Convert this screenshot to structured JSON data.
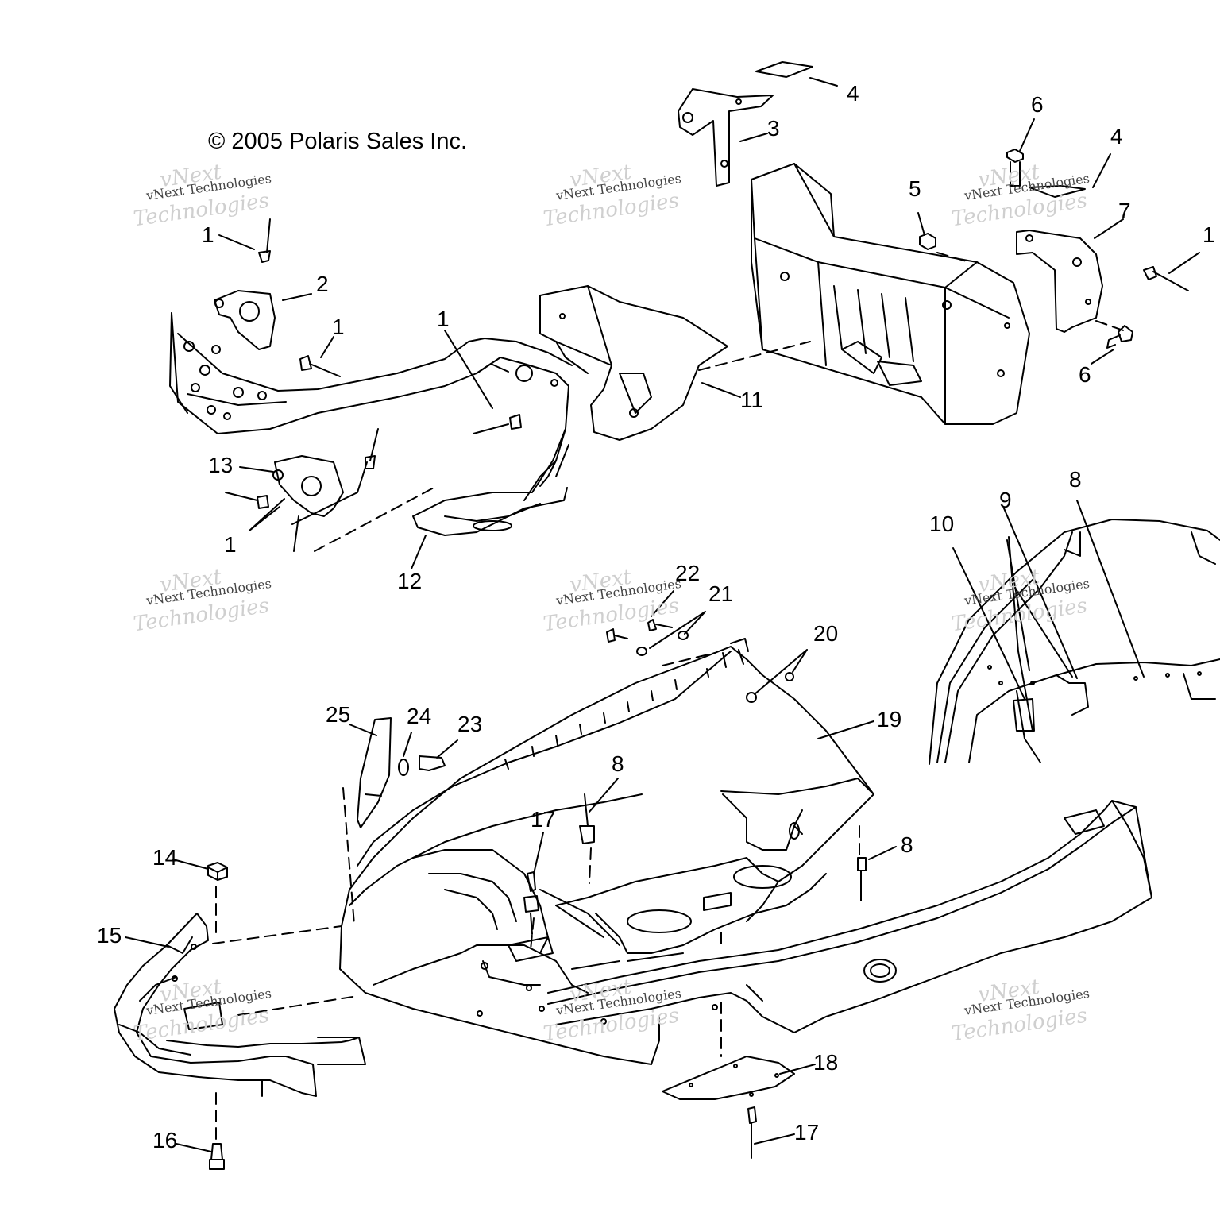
{
  "copyright": "© 2005 Polaris Sales Inc.",
  "watermark": {
    "line1": "vNext",
    "line2": "vNext Technologies",
    "line3": "Technologies"
  },
  "callouts": [
    "1",
    "2",
    "1",
    "1",
    "13",
    "1",
    "12",
    "11",
    "3",
    "4",
    "5",
    "6",
    "4",
    "7",
    "1",
    "6",
    "8",
    "9",
    "10",
    "8",
    "22",
    "21",
    "20",
    "19",
    "25",
    "24",
    "23",
    "8",
    "17",
    "14",
    "8",
    "15",
    "18",
    "17",
    "16"
  ]
}
